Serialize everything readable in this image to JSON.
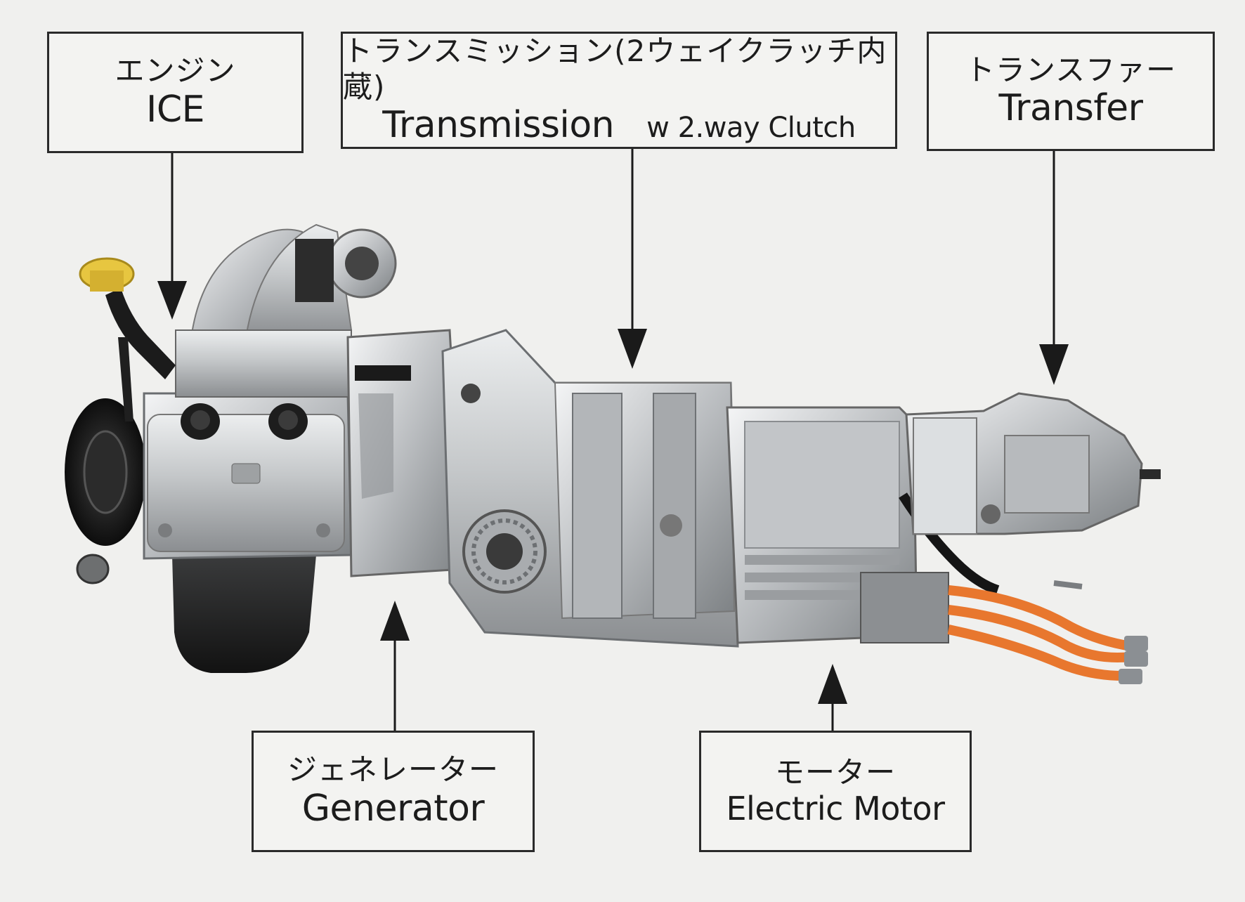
{
  "labels": {
    "ice": {
      "ja": "エンジン",
      "en": "ICE"
    },
    "transmission": {
      "ja": "トランスミッション(2ウェイクラッチ内蔵)",
      "en": "Transmission",
      "en_suffix": "w 2.way Clutch"
    },
    "transfer": {
      "ja": "トランスファー",
      "en": "Transfer"
    },
    "generator": {
      "ja": "ジェネレーター",
      "en": "Generator"
    },
    "motor": {
      "ja": "モーター",
      "en": "Electric Motor"
    }
  },
  "colors": {
    "background": "#f0f0ee",
    "box_border": "#2a2a2a",
    "arrow": "#1a1a1a",
    "cable_orange": "#e8772e",
    "oil_cap_yellow": "#e7c640",
    "casing_silver": "#c9cbcc"
  },
  "illustration": "hybrid-powertrain-photo"
}
